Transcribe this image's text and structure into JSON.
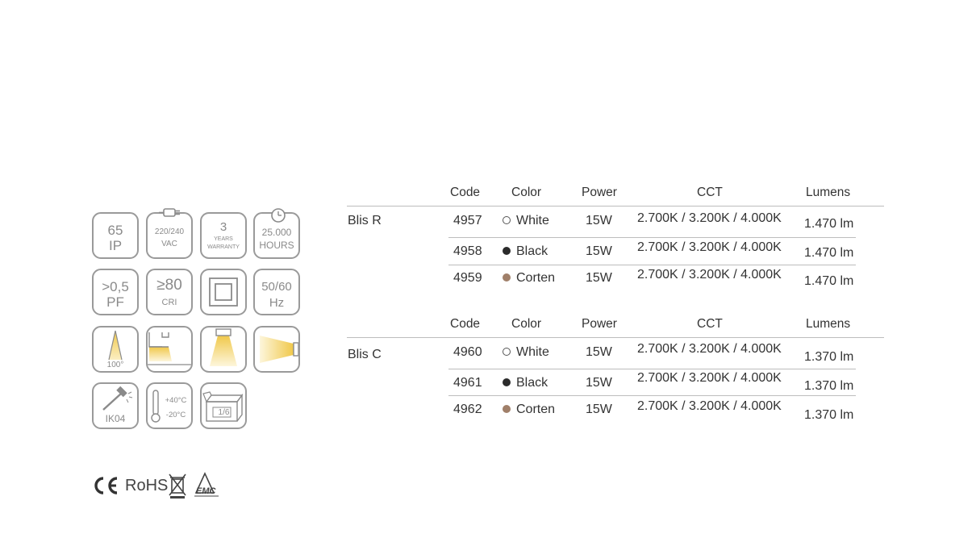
{
  "icons": {
    "ip": {
      "value": "65",
      "label": "IP"
    },
    "voltage": {
      "value": "220/240",
      "label": "VAC"
    },
    "warranty": {
      "value": "3",
      "line1": "YEARS",
      "line2": "WARRANTY"
    },
    "hours": {
      "value": "25.000",
      "label": "HOURS"
    },
    "pf": {
      "value": ">0,5",
      "label": "PF"
    },
    "cri": {
      "value": "≥80",
      "label": "CRI"
    },
    "hz": {
      "value": "50/60",
      "label": "Hz"
    },
    "beam": {
      "label": "100°"
    },
    "ik": {
      "label": "IK04"
    },
    "temp": {
      "high": "+40°C",
      "low": "-20°C"
    },
    "box": {
      "label": "1/6"
    }
  },
  "certifications": {
    "rohs": "RoHS"
  },
  "headers": {
    "code": "Code",
    "color": "Color",
    "power": "Power",
    "cct": "CCT",
    "lumens": "Lumens"
  },
  "groups": [
    {
      "name": "Blis R",
      "rows": [
        {
          "code": "4957",
          "color": "White",
          "power": "15W",
          "cct": "2.700K / 3.200K / 4.000K",
          "lumens": "1.470 lm"
        },
        {
          "code": "4958",
          "color": "Black",
          "power": "15W",
          "cct": "2.700K / 3.200K / 4.000K",
          "lumens": "1.470 lm"
        },
        {
          "code": "4959",
          "color": "Corten",
          "power": "15W",
          "cct": "2.700K / 3.200K / 4.000K",
          "lumens": "1.470 lm"
        }
      ]
    },
    {
      "name": "Blis C",
      "rows": [
        {
          "code": "4960",
          "color": "White",
          "power": "15W",
          "cct": "2.700K / 3.200K / 4.000K",
          "lumens": "1.370 lm"
        },
        {
          "code": "4961",
          "color": "Black",
          "power": "15W",
          "cct": "2.700K / 3.200K / 4.000K",
          "lumens": "1.370 lm"
        },
        {
          "code": "4962",
          "color": "Corten",
          "power": "15W",
          "cct": "2.700K / 3.200K / 4.000K",
          "lumens": "1.370 lm"
        }
      ]
    }
  ],
  "swatches": {
    "White": "#ffffff",
    "Black": "#2b2b2b",
    "Corten": "#a07f69"
  }
}
